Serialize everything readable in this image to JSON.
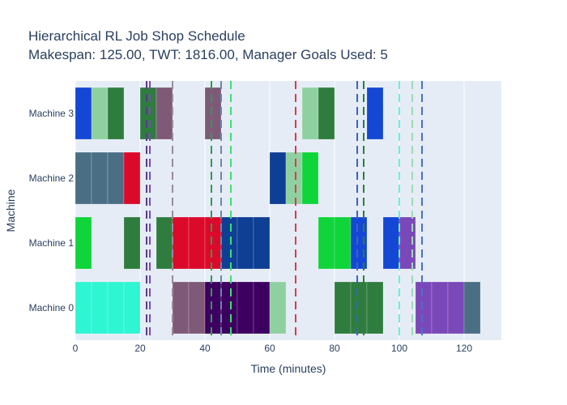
{
  "chart_data": {
    "type": "gantt",
    "title_line1": "Hierarchical RL Job Shop Schedule",
    "title_line2": "Makespan: 125.00, TWT: 1816.00, Manager Goals Used: 5",
    "xlabel": "Time (minutes)",
    "ylabel": "Machine",
    "xlim": [
      0,
      131.5
    ],
    "xticks": [
      0,
      20,
      40,
      60,
      80,
      100,
      120
    ],
    "machines": [
      "Machine 0",
      "Machine 1",
      "Machine 2",
      "Machine 3"
    ],
    "background": "#e5ecf6",
    "tasks": [
      {
        "machine": 3,
        "start": 0,
        "end": 5,
        "color": "#1447d4"
      },
      {
        "machine": 3,
        "start": 5,
        "end": 10,
        "color": "#8fd0a0"
      },
      {
        "machine": 3,
        "start": 10,
        "end": 15,
        "color": "#2e7d3e"
      },
      {
        "machine": 3,
        "start": 20,
        "end": 25,
        "color": "#2e7d3e"
      },
      {
        "machine": 3,
        "start": 25,
        "end": 30,
        "color": "#7e5a78"
      },
      {
        "machine": 3,
        "start": 40,
        "end": 45,
        "color": "#7e5a78"
      },
      {
        "machine": 3,
        "start": 70,
        "end": 75,
        "color": "#8fd0a0"
      },
      {
        "machine": 3,
        "start": 75,
        "end": 80,
        "color": "#2e7d3e"
      },
      {
        "machine": 3,
        "start": 90,
        "end": 95,
        "color": "#1447d4"
      },
      {
        "machine": 2,
        "start": 0,
        "end": 5,
        "color": "#4a6f85"
      },
      {
        "machine": 2,
        "start": 5,
        "end": 10,
        "color": "#4a6f85"
      },
      {
        "machine": 2,
        "start": 10,
        "end": 15,
        "color": "#4a6f85"
      },
      {
        "machine": 2,
        "start": 15,
        "end": 20,
        "color": "#dc0a2a"
      },
      {
        "machine": 2,
        "start": 60,
        "end": 65,
        "color": "#0e3f94"
      },
      {
        "machine": 2,
        "start": 65,
        "end": 70,
        "color": "#8fd0a0"
      },
      {
        "machine": 2,
        "start": 70,
        "end": 75,
        "color": "#0fd53a"
      },
      {
        "machine": 1,
        "start": 0,
        "end": 5,
        "color": "#0fd53a"
      },
      {
        "machine": 1,
        "start": 15,
        "end": 20,
        "color": "#2e7d3e"
      },
      {
        "machine": 1,
        "start": 25,
        "end": 30,
        "color": "#2e7d3e"
      },
      {
        "machine": 1,
        "start": 30,
        "end": 35,
        "color": "#dc0a2a"
      },
      {
        "machine": 1,
        "start": 35,
        "end": 40,
        "color": "#dc0a2a"
      },
      {
        "machine": 1,
        "start": 40,
        "end": 45,
        "color": "#dc0a2a"
      },
      {
        "machine": 1,
        "start": 45,
        "end": 50,
        "color": "#0e3f94"
      },
      {
        "machine": 1,
        "start": 50,
        "end": 55,
        "color": "#0e3f94"
      },
      {
        "machine": 1,
        "start": 55,
        "end": 60,
        "color": "#0e3f94"
      },
      {
        "machine": 1,
        "start": 75,
        "end": 80,
        "color": "#0fd53a"
      },
      {
        "machine": 1,
        "start": 80,
        "end": 85,
        "color": "#0fd53a"
      },
      {
        "machine": 1,
        "start": 85,
        "end": 90,
        "color": "#1447d4"
      },
      {
        "machine": 1,
        "start": 95,
        "end": 100,
        "color": "#1447d4"
      },
      {
        "machine": 1,
        "start": 100,
        "end": 105,
        "color": "#7a48b8"
      },
      {
        "machine": 0,
        "start": 0,
        "end": 5,
        "color": "#2ef5d2"
      },
      {
        "machine": 0,
        "start": 5,
        "end": 10,
        "color": "#2ef5d2"
      },
      {
        "machine": 0,
        "start": 10,
        "end": 15,
        "color": "#2ef5d2"
      },
      {
        "machine": 0,
        "start": 15,
        "end": 20,
        "color": "#2ef5d2"
      },
      {
        "machine": 0,
        "start": 30,
        "end": 35,
        "color": "#7e5a78"
      },
      {
        "machine": 0,
        "start": 35,
        "end": 40,
        "color": "#7e5a78"
      },
      {
        "machine": 0,
        "start": 40,
        "end": 45,
        "color": "#3d0060"
      },
      {
        "machine": 0,
        "start": 45,
        "end": 50,
        "color": "#3d0060"
      },
      {
        "machine": 0,
        "start": 50,
        "end": 55,
        "color": "#3d0060"
      },
      {
        "machine": 0,
        "start": 55,
        "end": 60,
        "color": "#3d0060"
      },
      {
        "machine": 0,
        "start": 60,
        "end": 65,
        "color": "#8fd0a0"
      },
      {
        "machine": 0,
        "start": 80,
        "end": 85,
        "color": "#2e7d3e"
      },
      {
        "machine": 0,
        "start": 85,
        "end": 90,
        "color": "#2e7d3e"
      },
      {
        "machine": 0,
        "start": 90,
        "end": 95,
        "color": "#2e7d3e"
      },
      {
        "machine": 0,
        "start": 105,
        "end": 110,
        "color": "#7a48b8"
      },
      {
        "machine": 0,
        "start": 110,
        "end": 115,
        "color": "#7a48b8"
      },
      {
        "machine": 0,
        "start": 115,
        "end": 120,
        "color": "#7a48b8"
      },
      {
        "machine": 0,
        "start": 120,
        "end": 125,
        "color": "#4a6f85"
      }
    ],
    "deadlines": [
      {
        "x": 22,
        "color": "#5a3a8a"
      },
      {
        "x": 23,
        "color": "#7a48b8"
      },
      {
        "x": 30,
        "color": "#9a8a9e"
      },
      {
        "x": 42,
        "color": "#2e9d4e"
      },
      {
        "x": 45,
        "color": "#6a88a8"
      },
      {
        "x": 48,
        "color": "#3ce070"
      },
      {
        "x": 68,
        "color": "#dc3a4a"
      },
      {
        "x": 87,
        "color": "#3a63c4"
      },
      {
        "x": 89,
        "color": "#2e7d3e"
      },
      {
        "x": 100,
        "color": "#5ef5d8"
      },
      {
        "x": 104,
        "color": "#9fdab0"
      },
      {
        "x": 107,
        "color": "#4a6fc8"
      }
    ]
  }
}
